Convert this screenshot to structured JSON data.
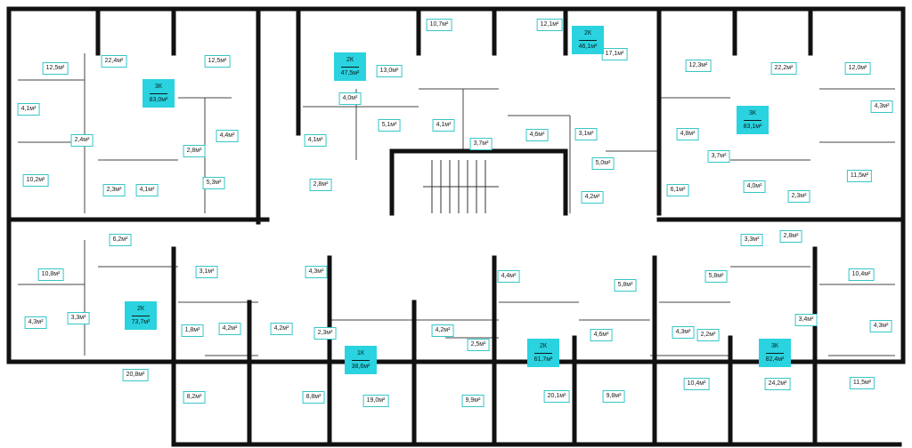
{
  "colors": {
    "wall": "#111111",
    "thin": "#555555",
    "accent": "#2ad3df",
    "label_border": "#35c6c8"
  },
  "apartments": [
    {
      "id": "a1",
      "type": "3К",
      "area": "83,0м²"
    },
    {
      "id": "a2",
      "type": "2К",
      "area": "47,5м²"
    },
    {
      "id": "a3",
      "type": "2К",
      "area": "46,1м²"
    },
    {
      "id": "a4",
      "type": "3К",
      "area": "83,1м²"
    },
    {
      "id": "a5",
      "type": "2К",
      "area": "73,7м²"
    },
    {
      "id": "a6",
      "type": "1К",
      "area": "38,6м²"
    },
    {
      "id": "a7",
      "type": "2К",
      "area": "61,7м²"
    },
    {
      "id": "a8",
      "type": "3К",
      "area": "82,4м²"
    }
  ],
  "rooms": [
    "12,5м²",
    "22,4м²",
    "12,5м²",
    "10,7м²",
    "13,0м²",
    "12,1м²",
    "17,1м²",
    "12,3м²",
    "22,2м²",
    "12,0м²",
    "4,1м²",
    "2,4м²",
    "2,8м²",
    "4,4м²",
    "4,0м²",
    "5,1м²",
    "4,1м²",
    "3,7м²",
    "4,6м²",
    "3,1м²",
    "4,8м²",
    "4,3м²",
    "4,1м²",
    "10,2м²",
    "2,3м²",
    "4,1м²",
    "5,3м²",
    "2,8м²",
    "5,0м²",
    "4,2м²",
    "6,1м²",
    "3,7м²",
    "4,0м²",
    "2,3м²",
    "11,5м²",
    "6,2м²",
    "3,1м²",
    "4,3м²",
    "4,4м²",
    "5,8м²",
    "5,8м²",
    "3,3м²",
    "2,8м²",
    "10,4м²",
    "10,8м²",
    "4,3м²",
    "3,3м²",
    "1,8м²",
    "4,2м²",
    "4,2м²",
    "2,3м²",
    "4,2м²",
    "2,5м²",
    "4,6м²",
    "4,3м²",
    "2,2м²",
    "3,4м²",
    "4,3м²",
    "20,8м²",
    "8,2м²",
    "8,8м²",
    "19,0м²",
    "9,9м²",
    "20,1м²",
    "9,8м²",
    "10,4м²",
    "24,2м²",
    "11,5м²"
  ]
}
